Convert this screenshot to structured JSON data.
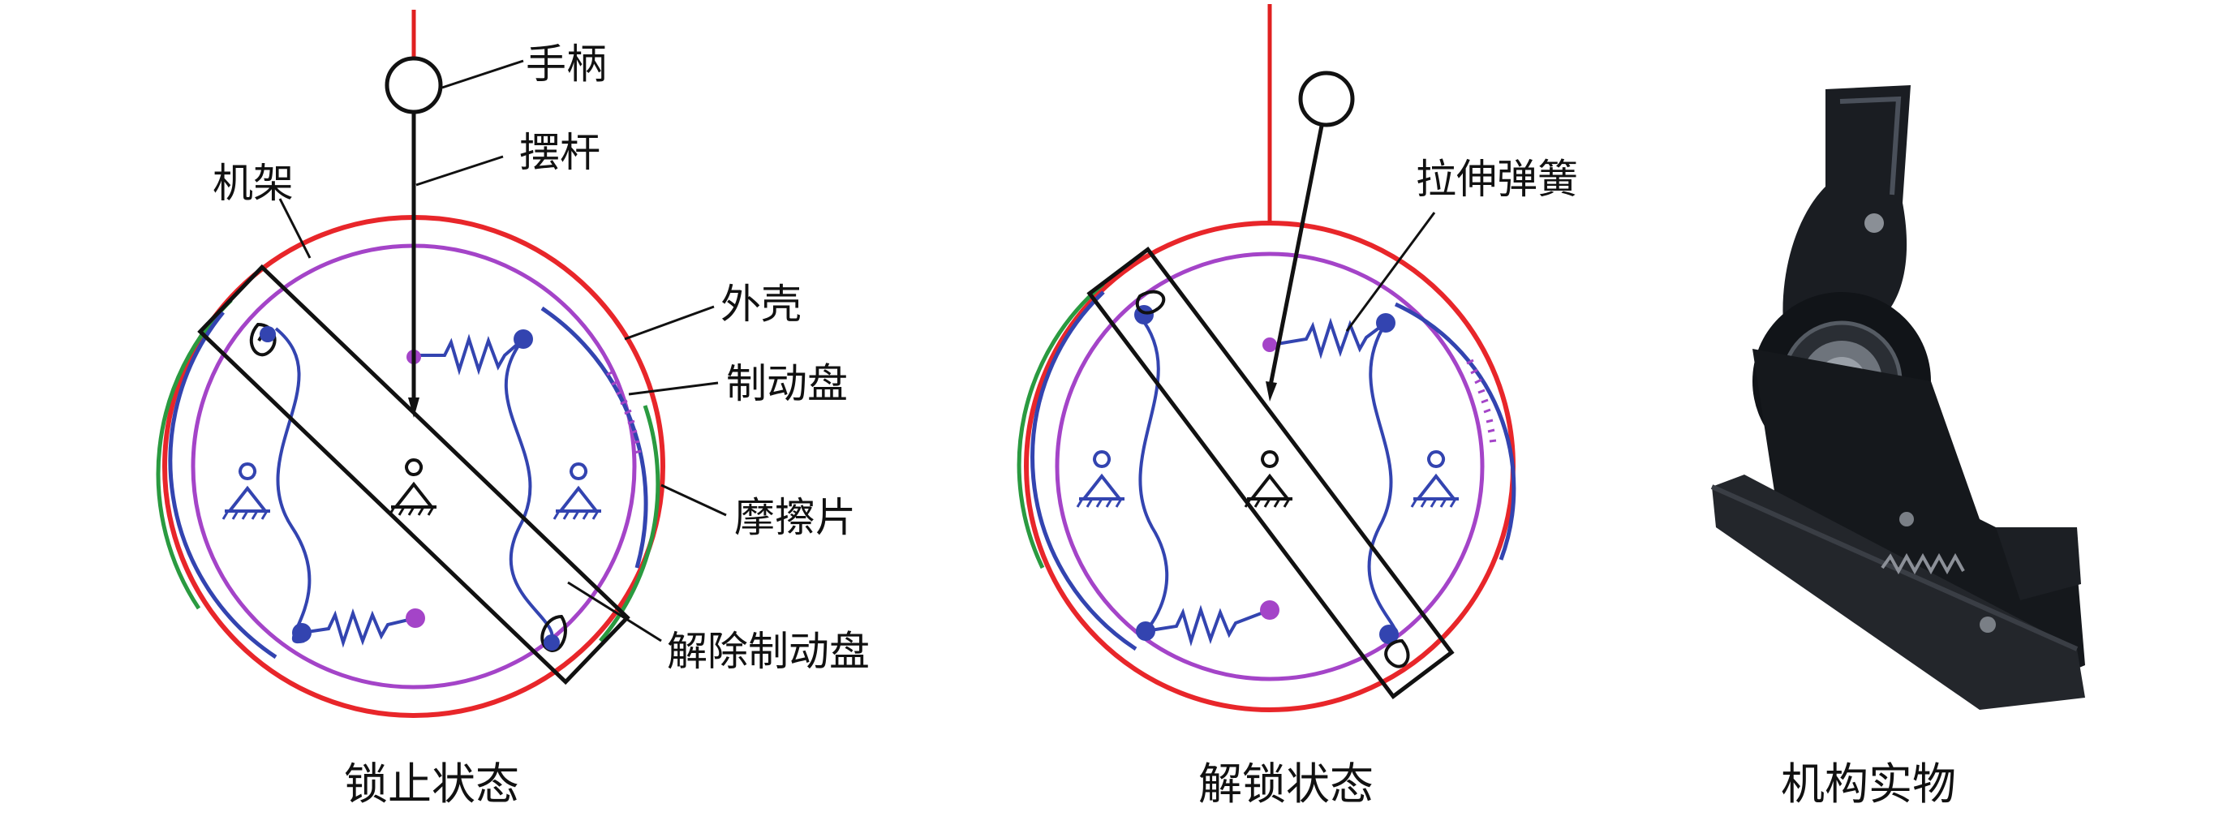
{
  "panels": {
    "locked": {
      "caption": "锁止状态",
      "labels": {
        "handle": "手柄",
        "lever": "摆杆",
        "frame": "机架",
        "housing": "外壳",
        "brake_disc": "制动盘",
        "friction_pad": "摩擦片",
        "release_disc": "解除制动盘"
      }
    },
    "unlocked": {
      "caption": "解锁状态",
      "labels": {
        "tension_spring": "拉伸弹簧"
      }
    },
    "photo": {
      "caption": "机构实物"
    }
  },
  "colors": {
    "lever_red": "#e02020",
    "housing_red": "#e8262a",
    "brake_disc_purple": "#a444c8",
    "mechanism_blue": "#3344b0",
    "friction_green": "#2a9a40",
    "outline_black": "#111111"
  }
}
